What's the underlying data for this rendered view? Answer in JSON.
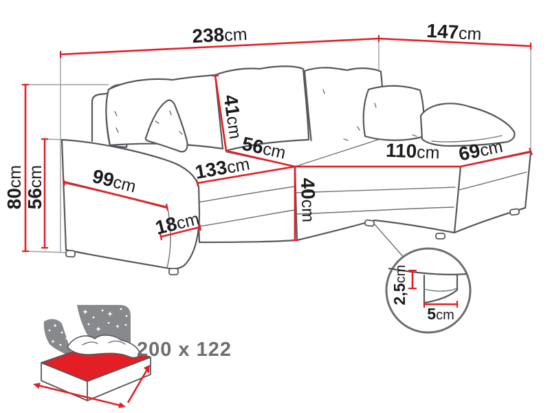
{
  "colors": {
    "dimension_red": "#e41e25",
    "outline_gray": "#56575b",
    "extension_gray": "#9a9c9f",
    "label_black": "#1b1b1d",
    "icon_gray": "#87898c",
    "icon_text_gray": "#6d6e71",
    "background": "#ffffff"
  },
  "dimensions": {
    "total_width": {
      "value": "238",
      "unit": "cm"
    },
    "total_depth": {
      "value": "147",
      "unit": "cm"
    },
    "total_height": {
      "value": "80",
      "unit": "cm"
    },
    "armrest_height": {
      "value": "56",
      "unit": "cm"
    },
    "armrest_length": {
      "value": "99",
      "unit": "cm"
    },
    "base_height": {
      "value": "18",
      "unit": "cm"
    },
    "seat_width": {
      "value": "133",
      "unit": "cm"
    },
    "seat_depth": {
      "value": "56",
      "unit": "cm"
    },
    "backrest_height": {
      "value": "41",
      "unit": "cm"
    },
    "seat_height": {
      "value": "40",
      "unit": "cm"
    },
    "chaise_length": {
      "value": "110",
      "unit": "cm"
    },
    "chaise_width": {
      "value": "69",
      "unit": "cm"
    },
    "leg_height": {
      "value": "2,5",
      "unit": "cm"
    },
    "leg_width": {
      "value": "5",
      "unit": "cm"
    }
  },
  "sleeping_area": {
    "label": "200 x 122"
  }
}
